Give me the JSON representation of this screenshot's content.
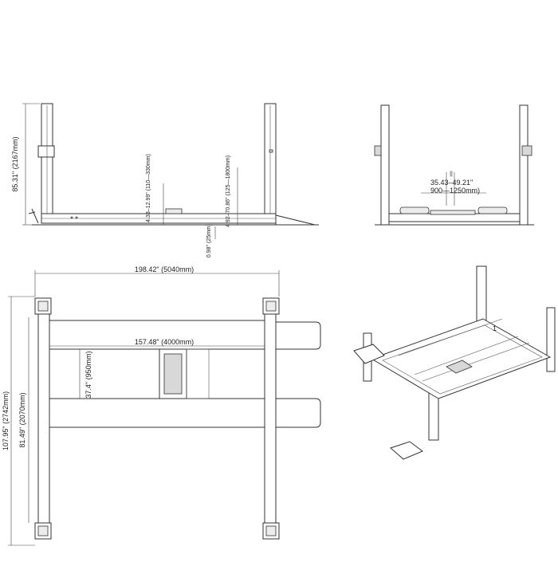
{
  "front_view": {
    "total_height": "85.31\" (2167mm)",
    "runway_height": "4.33–12.99\" (110—330mm)",
    "lift_height": "4.92–70.86\" (125—1800mm)",
    "plate_thickness": "0.98\" (25mm)"
  },
  "side_view": {
    "runway_spacing": "35.43–49.21\"",
    "runway_spacing_mm": "900—1250mm)",
    "small_mark": "||"
  },
  "top_view": {
    "overall_length": "198.42\"  (5040mm)",
    "column_spacing": "157.48\"  (4000mm)",
    "inner_width": "37.4\"  (950mm)",
    "overall_width": "107.95\"  (2742mm)",
    "width_inside": "81.49\"  (2070mm)"
  },
  "perspective_view": {
    "callout": "1"
  }
}
